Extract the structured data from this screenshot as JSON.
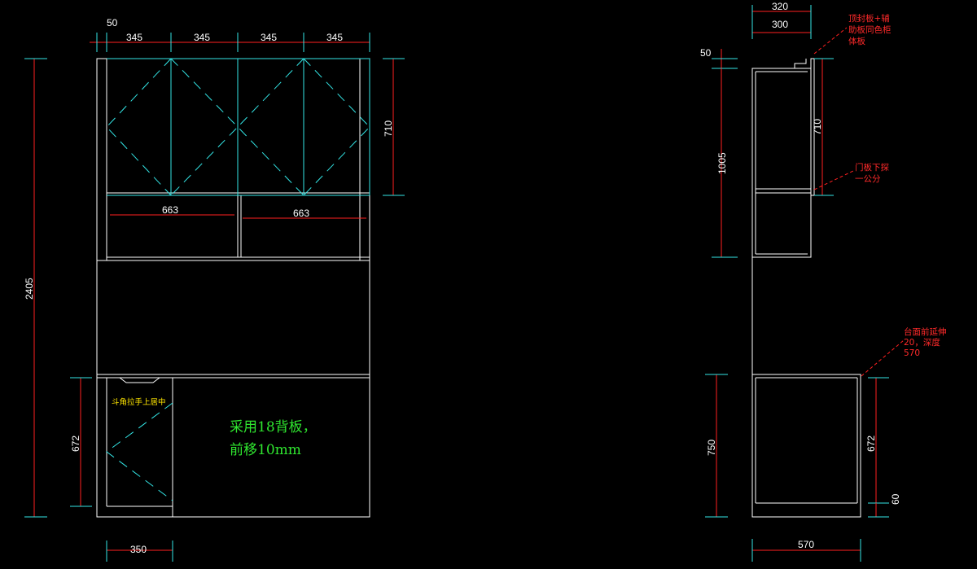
{
  "colors": {
    "background": "#000000",
    "outline": "#ffffff",
    "door": "#33e6e6",
    "dimension": "#ff2020",
    "note_red": "#ff2a2a",
    "note_yellow": "#ffe600",
    "note_green": "#2fe62f"
  },
  "front_dims": {
    "d50": "50",
    "w1": "345",
    "w2": "345",
    "w3": "345",
    "w4": "345",
    "h2405": "2405",
    "h710": "710",
    "drawer_left": "663",
    "drawer_right": "663",
    "h672": "672",
    "w350": "350"
  },
  "side_dims": {
    "d320": "320",
    "d300": "300",
    "d50": "50",
    "h1005": "1005",
    "h710": "710",
    "h750": "750",
    "h672": "672",
    "h60": "60",
    "d570": "570"
  },
  "notes": {
    "top_panel": [
      "顶封板+辅",
      "助板同色柜",
      "体板"
    ],
    "door_offset": [
      "门板下探",
      "一公分"
    ],
    "counter": [
      "台面前延伸",
      "20，深度",
      "570"
    ],
    "handle": "斗角拉手上居中",
    "backboard": [
      "采用18背板，",
      "前移10mm"
    ]
  }
}
